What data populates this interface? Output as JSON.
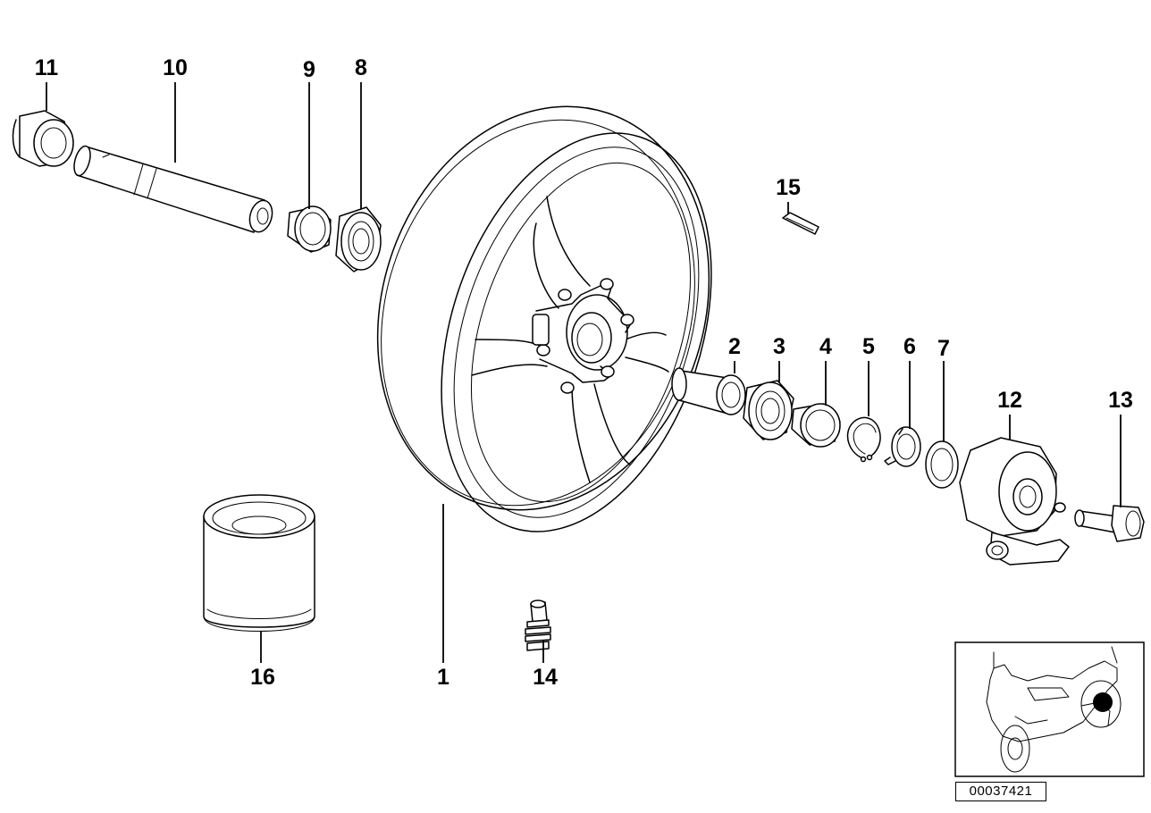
{
  "diagram": {
    "callouts": [
      {
        "id": "c1",
        "label": "1"
      },
      {
        "id": "c2",
        "label": "2"
      },
      {
        "id": "c3",
        "label": "3"
      },
      {
        "id": "c4",
        "label": "4"
      },
      {
        "id": "c5",
        "label": "5"
      },
      {
        "id": "c6",
        "label": "6"
      },
      {
        "id": "c7",
        "label": "7"
      },
      {
        "id": "c8",
        "label": "8"
      },
      {
        "id": "c9",
        "label": "9"
      },
      {
        "id": "c10",
        "label": "10"
      },
      {
        "id": "c11",
        "label": "11"
      },
      {
        "id": "c12",
        "label": "12"
      },
      {
        "id": "c13",
        "label": "13"
      },
      {
        "id": "c14",
        "label": "14"
      },
      {
        "id": "c15",
        "label": "15"
      },
      {
        "id": "c16",
        "label": "16"
      }
    ],
    "code": "00037421",
    "line_color": "#000000",
    "background_color": "#ffffff"
  }
}
